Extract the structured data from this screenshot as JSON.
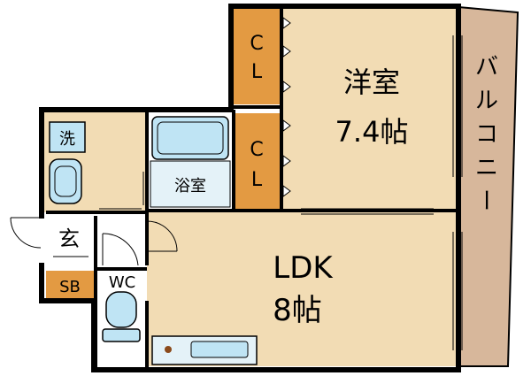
{
  "colors": {
    "room": "#f2dcb4",
    "closet": "#e39a42",
    "balcony": "#d7b79b",
    "fixture": "#bfe4f4",
    "wall": "#000000"
  },
  "rooms": {
    "western": {
      "name": "洋室",
      "size": "7.4帖"
    },
    "ldk": {
      "name": "LDK",
      "size": "8帖"
    },
    "closet_upper": {
      "label": "C\nL"
    },
    "closet_lower": {
      "label": "C\nL"
    },
    "bath": {
      "label": "浴室"
    },
    "washer": {
      "label": "洗"
    },
    "entrance": {
      "label": "玄"
    },
    "shoe_box": {
      "label": "SB"
    },
    "toilet": {
      "label": "WC"
    },
    "balcony": {
      "label": "バルコニー"
    }
  }
}
